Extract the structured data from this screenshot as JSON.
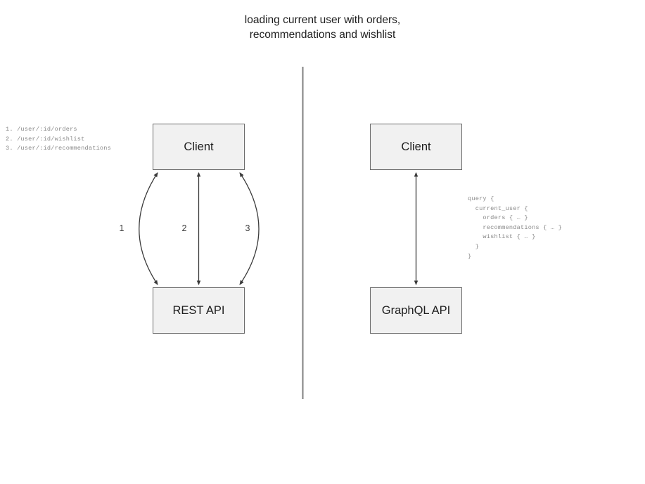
{
  "title": "loading current user with orders,\nrecommendations and wishlist",
  "divider": {
    "name": "vertical-separator",
    "color": "#808080"
  },
  "colors": {
    "node_fill": "#f1f1f1",
    "node_stroke": "#6b6b6b",
    "edge_stroke": "#3a3a3a",
    "code_text": "#8a8a8a",
    "title_text": "#1d1d1d"
  },
  "left_panel": {
    "name": "rest-approach",
    "nodes": [
      {
        "id": "client-rest",
        "label": "Client"
      },
      {
        "id": "rest-api",
        "label": "REST API"
      }
    ],
    "edges": [
      {
        "id": "edge-1",
        "label": "1",
        "shape": "curve-left",
        "direction": "bidirectional"
      },
      {
        "id": "edge-2",
        "label": "2",
        "shape": "straight",
        "direction": "bidirectional"
      },
      {
        "id": "edge-3",
        "label": "3",
        "shape": "curve-right",
        "direction": "bidirectional"
      }
    ],
    "endpoints": [
      "1. /user/:id/orders",
      "2. /user/:id/wishlist",
      "3. /user/:id/recommendations"
    ],
    "endpoints_text": "1. /user/:id/orders\n2. /user/:id/wishlist\n3. /user/:id/recommendations"
  },
  "right_panel": {
    "name": "graphql-approach",
    "nodes": [
      {
        "id": "client-gql",
        "label": "Client"
      },
      {
        "id": "graphql-api",
        "label": "GraphQL API"
      }
    ],
    "edges": [
      {
        "id": "edge-query",
        "label": "",
        "shape": "straight",
        "direction": "bidirectional"
      }
    ],
    "query_lines": [
      "query {",
      "  current_user {",
      "    orders { … }",
      "    recommendations { … }",
      "    wishlist { … }",
      "  }",
      "}"
    ],
    "query_text": "query {\n  current_user {\n    orders { … }\n    recommendations { … }\n    wishlist { … }\n  }\n}"
  }
}
